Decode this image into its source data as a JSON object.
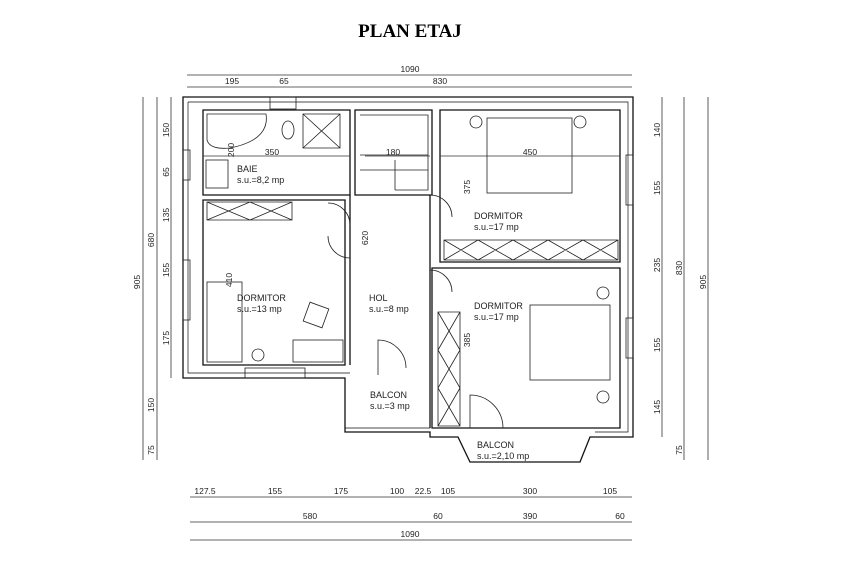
{
  "title": "PLAN ETAJ",
  "dimensions": {
    "top_total": "1090",
    "top": [
      "195",
      "65",
      "830"
    ],
    "left": [
      "150",
      "65",
      "135",
      "155",
      "175"
    ],
    "left_mid": "680",
    "left_total": "905",
    "left_lower": [
      "150",
      "75"
    ],
    "right": [
      "140",
      "155",
      "235",
      "155",
      "145"
    ],
    "right_mid": "830",
    "right_total": "905",
    "right_lower": "75",
    "interior": {
      "baie_w": "350",
      "baie_h": "200",
      "stair": "180",
      "bed1_w": "450",
      "bed1_h": "375",
      "hol": "620",
      "bed2_h": "410",
      "bed3_h": "385"
    },
    "bottom_row1": [
      "127.5",
      "155",
      "175",
      "100",
      "22.5",
      "105",
      "300",
      "105"
    ],
    "bottom_row2": [
      "580",
      "60",
      "390",
      "60"
    ],
    "bottom_total": "1090"
  },
  "rooms": [
    {
      "name": "BAIE",
      "area": "s.u.=8,2 mp"
    },
    {
      "name": "DORMITOR",
      "area": "s.u.=17 mp"
    },
    {
      "name": "DORMITOR",
      "area": "s.u.=13 mp"
    },
    {
      "name": "HOL",
      "area": "s.u.=8 mp"
    },
    {
      "name": "DORMITOR",
      "area": "s.u.=17 mp"
    },
    {
      "name": "BALCON",
      "area": "s.u.=3 mp"
    },
    {
      "name": "BALCON",
      "area": "s.u.=2,10 mp"
    }
  ]
}
